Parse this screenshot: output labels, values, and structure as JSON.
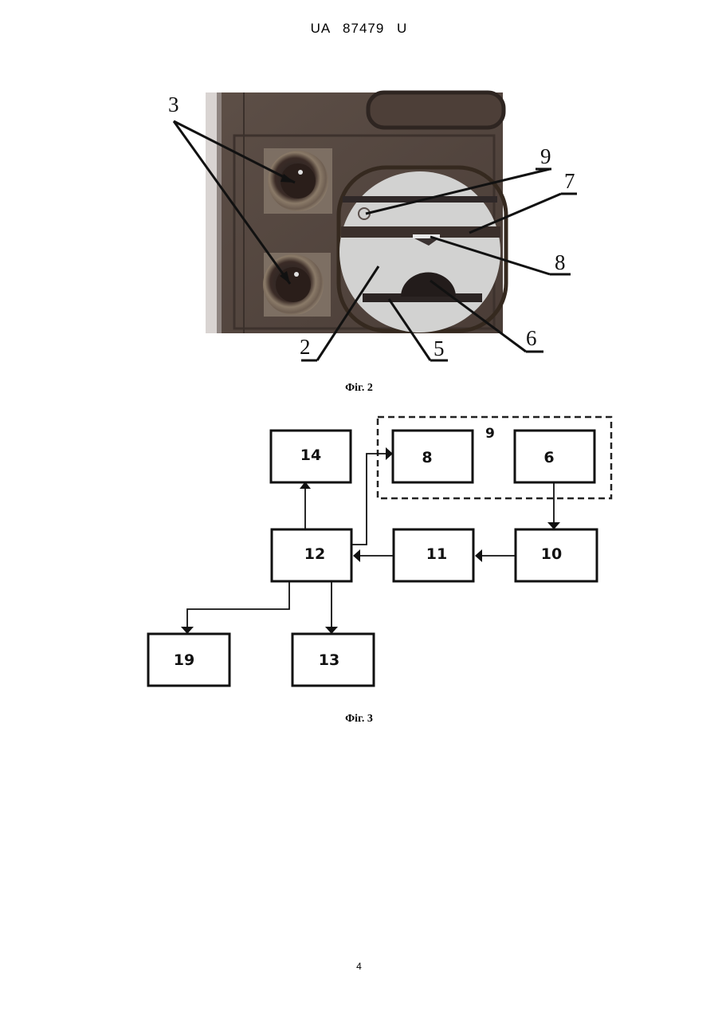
{
  "header": {
    "patent_number": "UA   87479   U"
  },
  "figure2": {
    "caption": "Фіг. 2",
    "callouts": [
      "3",
      "9",
      "7",
      "8",
      "2",
      "5",
      "6"
    ]
  },
  "figure3": {
    "caption": "Фіг. 3",
    "group_label": "9",
    "blocks": [
      "14",
      "8",
      "6",
      "12",
      "11",
      "10",
      "19",
      "13"
    ]
  },
  "footer": {
    "page_number": "4"
  }
}
